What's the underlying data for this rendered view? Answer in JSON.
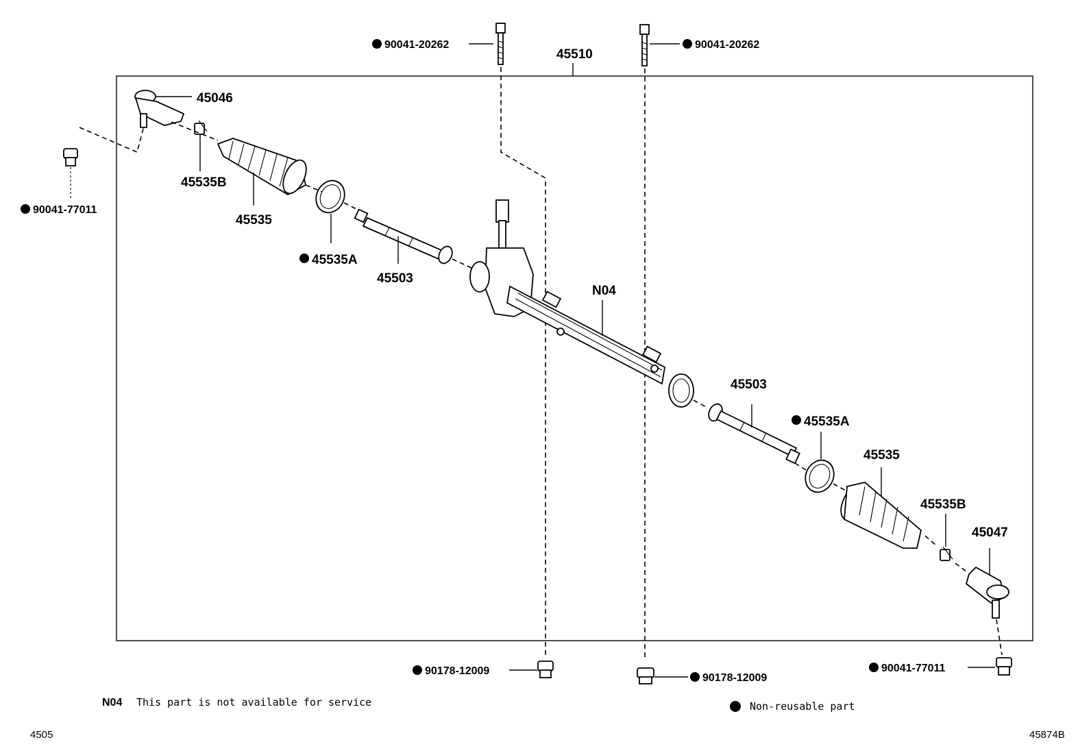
{
  "labels": {
    "assembly": "45510",
    "bolt_left": "90041-20262",
    "bolt_right": "90041-20262",
    "tie_rod_end_left": "45046",
    "tie_rod_end_right": "45047",
    "clip_left": "45535B",
    "clip_right": "45535B",
    "boot_left": "45535",
    "boot_right": "45535",
    "clamp_left": "45535A",
    "clamp_right": "45535A",
    "rack_end_left": "45503",
    "rack_end_right": "45503",
    "housing": "N04",
    "nut_outer_left": "90041-77011",
    "nut_outer_right": "90041-77011",
    "nut_lower_left": "90178-12009",
    "nut_lower_right": "90178-12009"
  },
  "notes": {
    "n04_code": "N04",
    "n04_text": "This part is not available for service",
    "nonreusable_text": "Non-reusable part"
  },
  "corner": {
    "left": "4505",
    "right": "45874B"
  }
}
